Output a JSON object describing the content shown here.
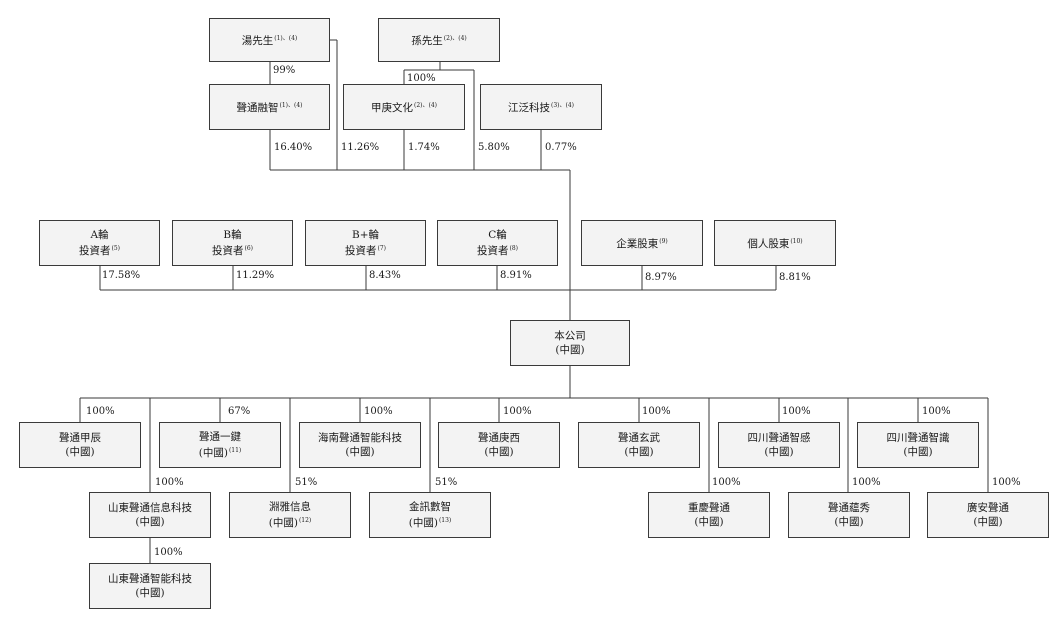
{
  "nodes": {
    "tang": {
      "name": "湯先生",
      "note": "(1)、(4)"
    },
    "sun": {
      "name": "孫先生",
      "note": "(2)、(4)"
    },
    "shengtong_rongzhi": {
      "name": "聲通融智",
      "note": "(1)、(4)"
    },
    "jiageng": {
      "name": "甲庚文化",
      "note": "(2)、(4)"
    },
    "jiangfan": {
      "name": "江泛科技",
      "note": "(3)、(4)"
    },
    "a_round": {
      "name": "A輪",
      "name2": "投資者",
      "note": "(5)"
    },
    "b_round": {
      "name": "B輪",
      "name2": "投資者",
      "note": "(6)"
    },
    "bplus_round": {
      "name": "B+輪",
      "name2": "投資者",
      "note": "(7)"
    },
    "c_round": {
      "name": "C輪",
      "name2": "投資者",
      "note": "(8)"
    },
    "corp_shareholders": {
      "name": "企業股東",
      "note": "(9)"
    },
    "indiv_shareholders": {
      "name": "個人股東",
      "note": "(10)"
    },
    "company": {
      "name": "本公司",
      "sub": "(中國)"
    },
    "jiachen": {
      "name": "聲通甲辰",
      "sub": "(中國)"
    },
    "yijian": {
      "name": "聲通一鍵",
      "sub": "(中國)",
      "note": "(11)"
    },
    "hainan": {
      "name": "海南聲通智能科技",
      "sub": "(中國)"
    },
    "gengxi": {
      "name": "聲通庚西",
      "sub": "(中國)"
    },
    "xuanwu": {
      "name": "聲通玄武",
      "sub": "(中國)"
    },
    "sichuan_zhigan": {
      "name": "四川聲通智感",
      "sub": "(中國)"
    },
    "sichuan_zhishi": {
      "name": "四川聲通智識",
      "sub": "(中國)"
    },
    "shandong_info": {
      "name": "山東聲通信息科技",
      "sub": "(中國)"
    },
    "yuanya": {
      "name": "淵雅信息",
      "sub": "(中國)",
      "note": "(12)"
    },
    "jinxun": {
      "name": "金訊數智",
      "sub": "(中國)",
      "note": "(13)"
    },
    "chongqing": {
      "name": "重慶聲通",
      "sub": "(中國)"
    },
    "yunxiu": {
      "name": "聲通蘊秀",
      "sub": "(中國)"
    },
    "guangan": {
      "name": "廣安聲通",
      "sub": "(中國)"
    },
    "shandong_ai": {
      "name": "山東聲通智能科技",
      "sub": "(中國)"
    }
  },
  "edges": {
    "tang_rongzhi": "99%",
    "sun_jiageng": "100%",
    "rongzhi_company": "16.40%",
    "tang_company": "11.26%",
    "jiageng_company": "1.74%",
    "sun_company": "5.80%",
    "jiangfan_company": "0.77%",
    "a_company": "17.58%",
    "b_company": "11.29%",
    "bplus_company": "8.43%",
    "c_company": "8.91%",
    "corp_company": "8.97%",
    "indiv_company": "8.81%",
    "company_jiachen": "100%",
    "company_yijian": "67%",
    "company_hainan": "100%",
    "company_gengxi": "100%",
    "company_xuanwu": "100%",
    "company_zhigan": "100%",
    "company_zhishi": "100%",
    "company_shandong_info": "100%",
    "company_yuanya": "51%",
    "company_jinxun": "51%",
    "company_chongqing": "100%",
    "company_yunxiu": "100%",
    "company_guangan": "100%",
    "shandong_info_ai": "100%"
  }
}
